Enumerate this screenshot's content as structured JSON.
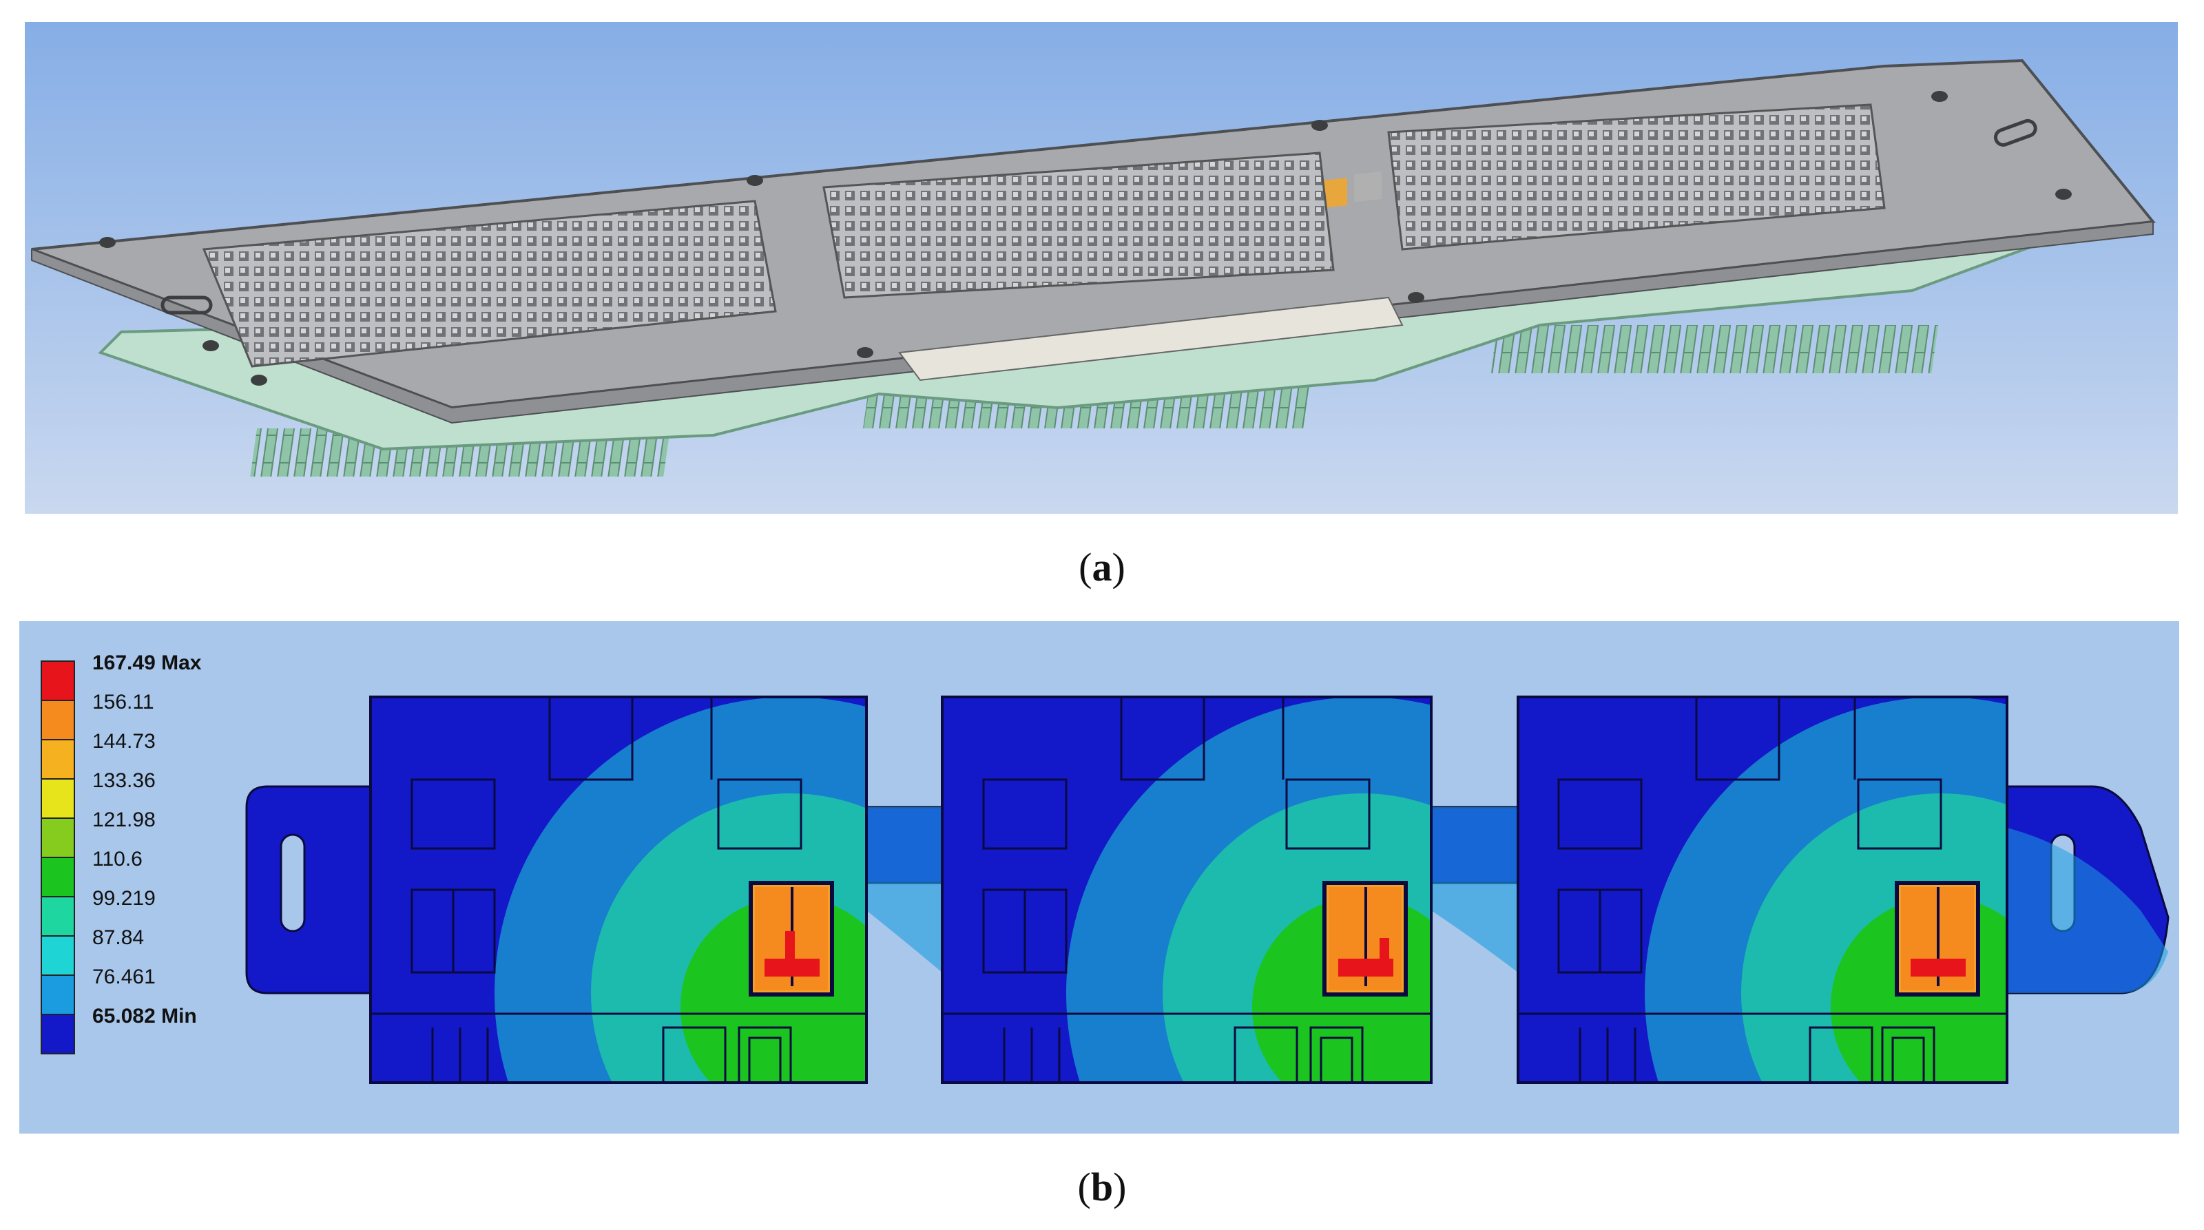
{
  "figure": {
    "panel_a": {
      "caption_letter": "a",
      "background_top": "#86aee6",
      "background_bottom": "#c9d8ef",
      "plate_color": "#a7a9ac",
      "heatsink_color": "#bfe0cf"
    },
    "panel_b": {
      "caption_letter": "b",
      "background": "#a9c7ea",
      "legend": {
        "entries": [
          {
            "label": "167.49 Max",
            "color": "#e8141c"
          },
          {
            "label": "156.11",
            "color": "#f58a1f"
          },
          {
            "label": "144.73",
            "color": "#f5b120"
          },
          {
            "label": "133.36",
            "color": "#e8e41c"
          },
          {
            "label": "121.98",
            "color": "#86cc1e"
          },
          {
            "label": "110.6",
            "color": "#1cc41f"
          },
          {
            "label": "99.219",
            "color": "#1ed6a0"
          },
          {
            "label": "87.84",
            "color": "#1ed4d4"
          },
          {
            "label": "76.461",
            "color": "#1c9ce0"
          },
          {
            "label": "65.082 Min",
            "color": "#1318c8"
          }
        ]
      }
    }
  }
}
